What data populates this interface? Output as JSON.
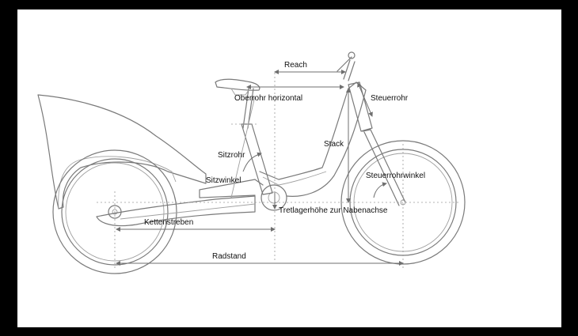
{
  "labels": {
    "reach": "Reach",
    "oberrohr": "Oberrohr horizontal",
    "steuerrohr": "Steuerrohr",
    "stack": "Stack",
    "sitzrohr": "Sitzrohr",
    "sitzwinkel": "Sitzwinkel",
    "steuerrohrwinkel": "Steuerrohrwinkel",
    "tretlager": "Tretlagerhöhe zur Nabenachse",
    "kettenstreben": "Kettenstreben",
    "radstand": "Radstand"
  },
  "colors": {
    "background": "#000000",
    "canvas": "#ffffff",
    "lines": "#7a7a7a",
    "text": "#111111"
  }
}
